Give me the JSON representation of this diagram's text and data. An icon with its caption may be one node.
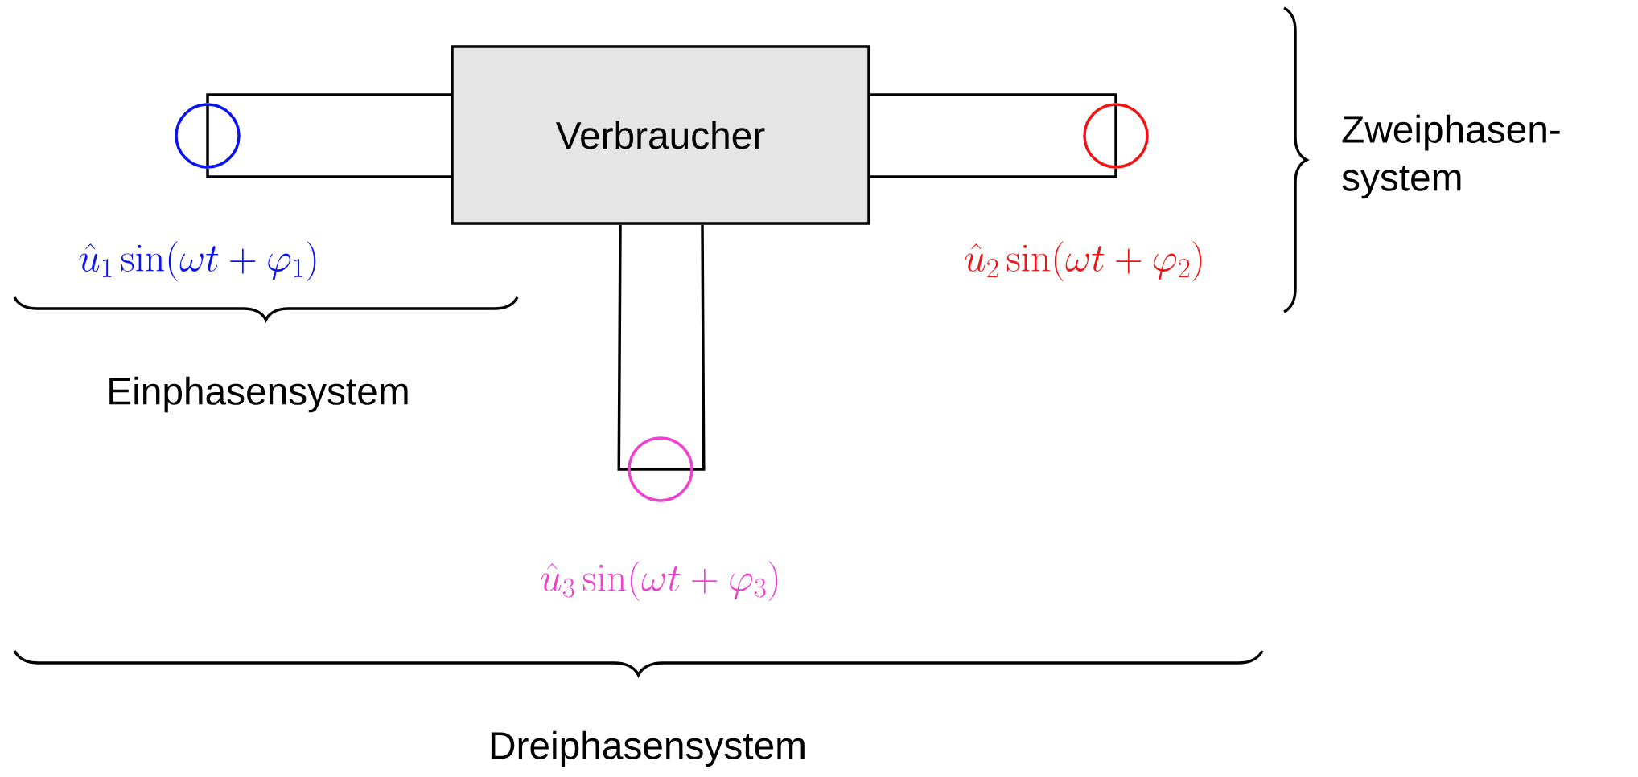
{
  "diagram": {
    "nodes": [
      {
        "text": [
          "Verbraucher"
        ]
      },
      {
        "text": [],
        "shape": "circle"
      },
      {
        "text": [],
        "shape": "circle"
      },
      {
        "text": [],
        "shape": "circle"
      }
    ],
    "edges": [
      {
        "from": 1,
        "to": 0,
        "arrow": "none"
      },
      {
        "from": 2,
        "to": 0,
        "arrow": "none"
      },
      {
        "from": 3,
        "to": 0,
        "arrow": "none"
      }
    ],
    "labels": [
      "Zweiphasen- system",
      "\\hat{u}_1 \\sin(\\omega t + \\varphi_1)",
      "\\hat{u}_2 \\sin(\\omega t + \\varphi_2)",
      "Einphasensystem",
      "\\hat{u}_3 \\sin(\\omega t + \\varphi_3)",
      "Dreiphasensystem"
    ]
  }
}
